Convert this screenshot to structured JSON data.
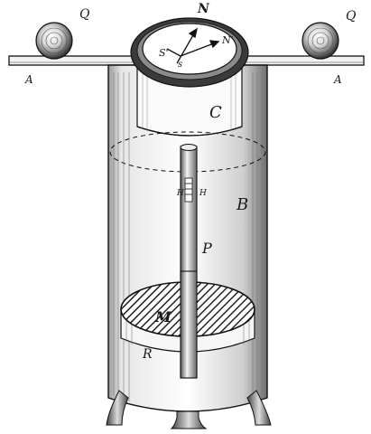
{
  "diagram": {
    "labels": {
      "Q_left": "Q",
      "Q_right": "Q",
      "A_left": "A",
      "A_right": "A",
      "N": "N",
      "S_prime": "S'",
      "N_prime": "N'",
      "s": "s",
      "C": "C",
      "B": "B",
      "H_left": "H",
      "H_right": "H",
      "P": "P",
      "M": "M",
      "R": "R"
    }
  }
}
